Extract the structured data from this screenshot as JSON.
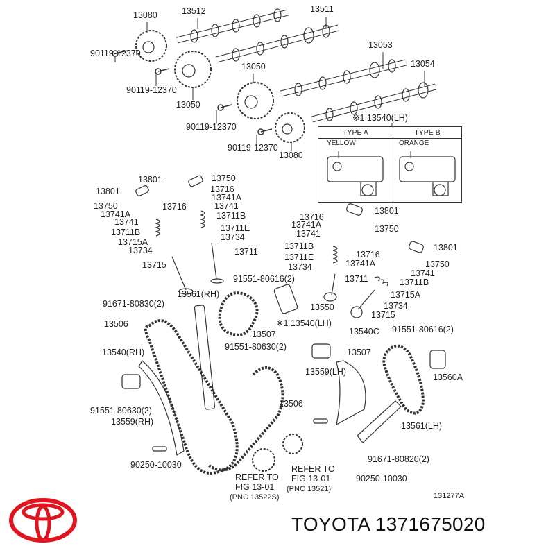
{
  "labels": [
    "13080",
    "13512",
    "13511",
    "90119-12370",
    "90119-12370",
    "13050",
    "13050",
    "13053",
    "13054",
    "90119-12370",
    "90119-12370",
    "13080",
    "※1 13540(LH)",
    "13801",
    "13801",
    "13750",
    "13716",
    "13741A",
    "13741",
    "13750",
    "13716",
    "13741A",
    "13741",
    "13711B",
    "13711B",
    "13711E",
    "13715A",
    "13734",
    "13734",
    "13711",
    "13715",
    "13801",
    "13716",
    "13741A",
    "13750",
    "13741",
    "13711B",
    "13801",
    "13711E",
    "13716",
    "13741A",
    "13750",
    "13734",
    "13741",
    "13711",
    "13711B",
    "13715A",
    "13734",
    "13715",
    "91551-80616(2)",
    "13561(RH)",
    "91671-80830(2)",
    "13550",
    "13506",
    "※1 13540(LH)",
    "13507",
    "13540C",
    "91551-80616(2)",
    "91551-80630(2)",
    "13507",
    "13540(RH)",
    "13559(LH)",
    "13560A",
    "13506",
    "91551-80630(2)",
    "13559(RH)",
    "13561(LH)",
    "90250-10030",
    "91671-80820(2)",
    "REFER TO",
    "FIG 13-01",
    "(PNC 13522S)",
    "REFER TO",
    "FIG 13-01",
    "(PNC 13521)",
    "90250-10030",
    "131277A"
  ],
  "type_box": {
    "type_a": "TYPE  A",
    "type_b": "TYPE  B",
    "color_a": "YELLOW",
    "color_b": "ORANGE"
  },
  "footer": {
    "title": "TOYOTA 1371675020",
    "logo_color": "#e0141e"
  }
}
